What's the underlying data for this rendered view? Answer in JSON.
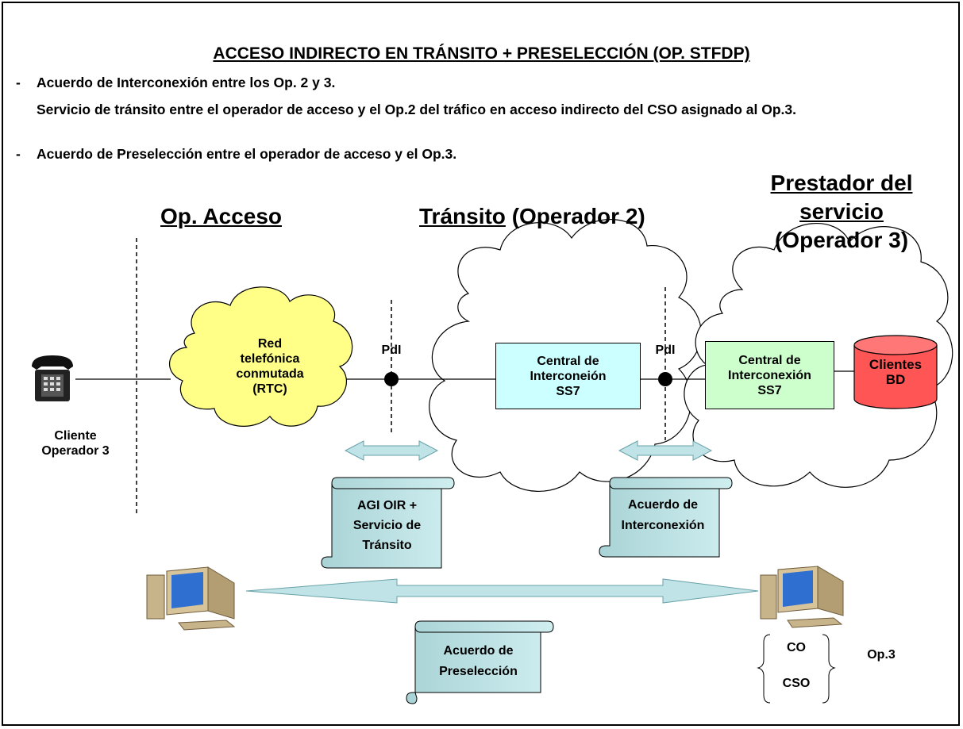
{
  "title": "ACCESO INDIRECTO EN TRÁNSITO + PRESELECCIÓN (OP. STFDP)",
  "bullets": [
    {
      "dash": "-",
      "text": "Acuerdo de Interconexión entre los Op. 2 y 3."
    },
    {
      "dash": "-",
      "text": "Servicio de tránsito entre el operador de acceso y el Op.2 del tráfico en acceso indirecto del CSO asignado al Op.3."
    },
    {
      "dash": "-",
      "text": "Acuerdo de Preselección entre el operador de acceso y el Op.3."
    }
  ],
  "sections": {
    "op_acceso": "Op. Acceso",
    "transito": "Tránsito",
    "transito_suffix": " (Operador 2)",
    "prestador_line1": "Prestador del",
    "prestador_line2": "servicio",
    "prestador_line3": "(Operador 3)"
  },
  "nodes": {
    "cliente_line1": "Cliente",
    "cliente_line2": "Operador 3",
    "rtc_line1": "Red",
    "rtc_line2": "telefónica",
    "rtc_line3": "conmutada",
    "rtc_line4": "(RTC)",
    "pdi_1": "PdI",
    "pdi_2": "PdI",
    "central_op2_line1": "Central de",
    "central_op2_line2": "Interconeión",
    "central_op2_line3": "SS7",
    "central_op3_line1": "Central de",
    "central_op3_line2": "Interconexión",
    "central_op3_line3": "SS7",
    "clientes_bd_line1": "Clientes",
    "clientes_bd_line2": "BD"
  },
  "scrolls": {
    "agi_line1": "AGI OIR +",
    "agi_line2": "Servicio de",
    "agi_line3": "Tránsito",
    "interconexion_line1": "Acuerdo de",
    "interconexion_line2": "Interconexión",
    "preseleccion_line1": "Acuerdo de",
    "preseleccion_line2": "Preselección"
  },
  "op3_codes": {
    "co": "CO",
    "cso": "CSO",
    "label": "Op.3"
  },
  "colors": {
    "cloud_rtc": "#FFFF88",
    "cloud_white": "#FFFFFF",
    "central_op2": "#CCFFFF",
    "central_op3": "#CCFFCC",
    "database": "#FF5555",
    "scroll": "#BFE3E6",
    "arrow": "#BFE3E6"
  },
  "icons": [
    "telephone-icon",
    "computer-icon",
    "database-icon",
    "cloud-icon"
  ]
}
